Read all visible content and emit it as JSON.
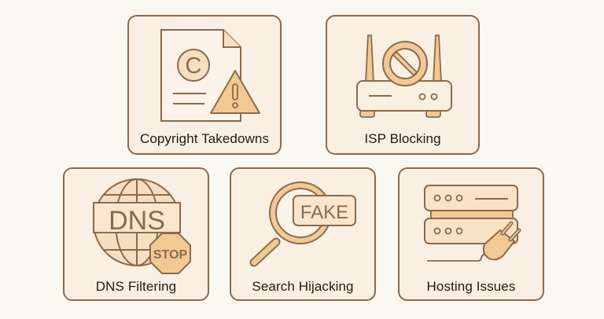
{
  "colors": {
    "background": "#fbf7f1",
    "card_fill": "#f9efe2",
    "stroke": "#8a6a4e",
    "icon_fill_light": "#f6dfc0",
    "icon_fill_accent": "#f3c993",
    "text": "#1e1a17"
  },
  "cards": [
    {
      "label": "Copyright Takedowns",
      "icon": "document-copyright-warning-icon",
      "glyph": "C"
    },
    {
      "label": "ISP Blocking",
      "icon": "router-blocked-icon"
    },
    {
      "label": "DNS Filtering",
      "icon": "globe-dns-stop-icon",
      "glyph": "DNS",
      "badge": "STOP"
    },
    {
      "label": "Search Hijacking",
      "icon": "magnifier-fake-icon",
      "badge": "FAKE"
    },
    {
      "label": "Hosting Issues",
      "icon": "server-unplugged-icon"
    }
  ]
}
